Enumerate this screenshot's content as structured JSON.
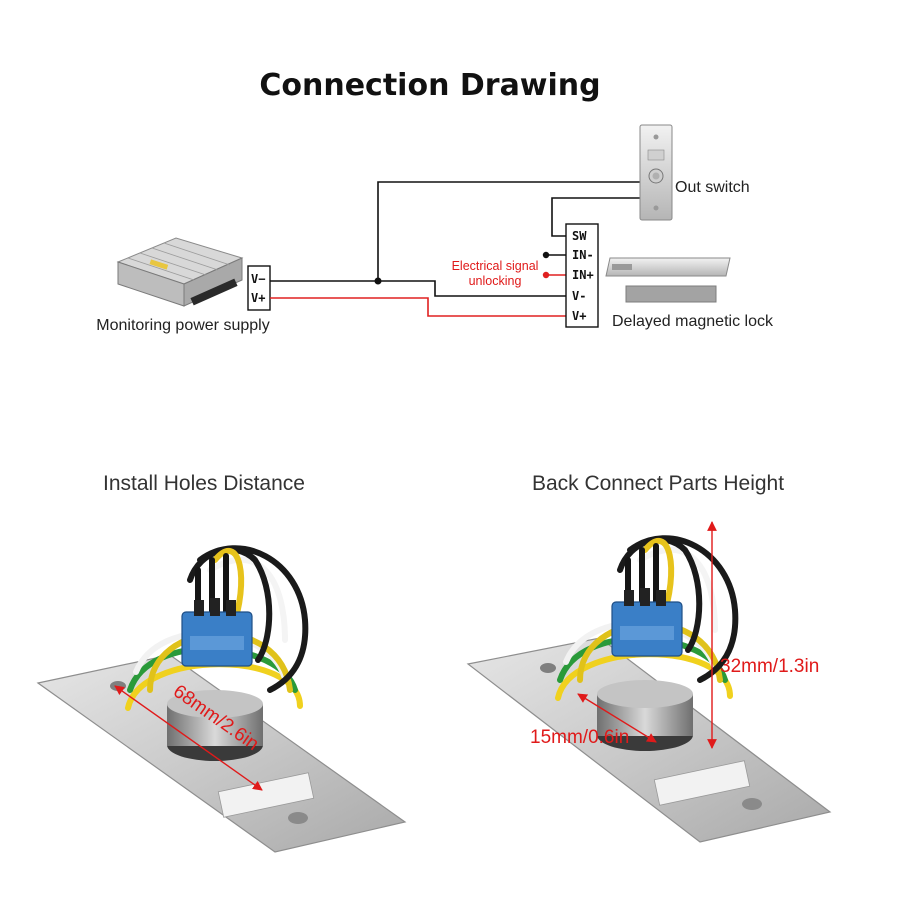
{
  "diagram": {
    "title": "Connection Drawing",
    "power_supply": {
      "label": "Monitoring power supply",
      "terminals": [
        "V−",
        "V+"
      ]
    },
    "out_switch": {
      "label": "Out switch"
    },
    "controller_terminals": [
      "SW",
      "IN-",
      "IN+",
      "V-",
      "V+"
    ],
    "electrical_signal": {
      "line1": "Electrical signal",
      "line2": "unlocking"
    },
    "magnetic_lock": {
      "label": "Delayed magnetic lock"
    }
  },
  "panels": [
    {
      "caption": "Install Holes Distance",
      "dimension": "68mm/2.6in"
    },
    {
      "caption": "Back Connect Parts Height",
      "dimensions": [
        "32mm/1.3in",
        "15mm/0.6in"
      ]
    }
  ],
  "colors": {
    "wire_red": "#e02020",
    "dimension_red": "#e01a1a",
    "wire_black": "#111111"
  }
}
